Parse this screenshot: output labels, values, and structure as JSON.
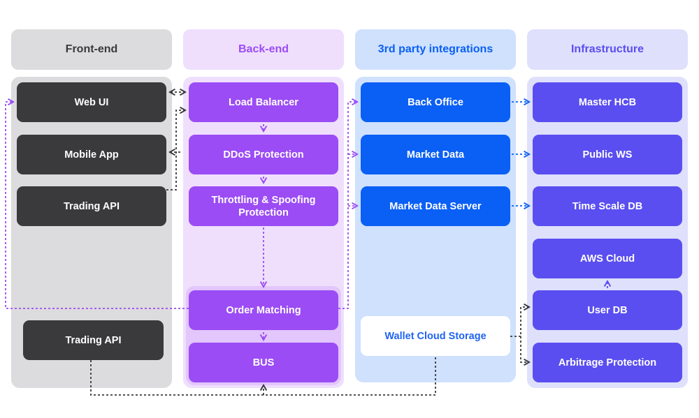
{
  "headers": {
    "frontend": "Front-end",
    "backend": "Back-end",
    "third_party": "3rd party integrations",
    "infrastructure": "Infrastructure"
  },
  "frontend": {
    "web_ui": "Web UI",
    "mobile_app": "Mobile App",
    "trading_api": "Trading API",
    "trading_api_2": "Trading API"
  },
  "backend": {
    "load_balancer": "Load Balancer",
    "ddos": "DDoS Protection",
    "throttling": "Throttling & Spoofing Protection",
    "order_matching": "Order Matching",
    "bus": "BUS"
  },
  "third_party": {
    "back_office": "Back Office",
    "market_data": "Market Data",
    "market_data_server": "Market Data Server",
    "wallet": "Wallet Cloud Storage"
  },
  "infrastructure": {
    "master_hcb": "Master HCB",
    "public_ws": "Public WS",
    "time_scale_db": "Time Scale DB",
    "aws_cloud": "AWS Cloud",
    "user_db": "User DB",
    "arbitrage": "Arbitrage Protection"
  },
  "colors": {
    "dark": "#3a3a3c",
    "purple": "#9b4cf4",
    "blue": "#0a5ff5",
    "indigo": "#5a4ef0"
  }
}
